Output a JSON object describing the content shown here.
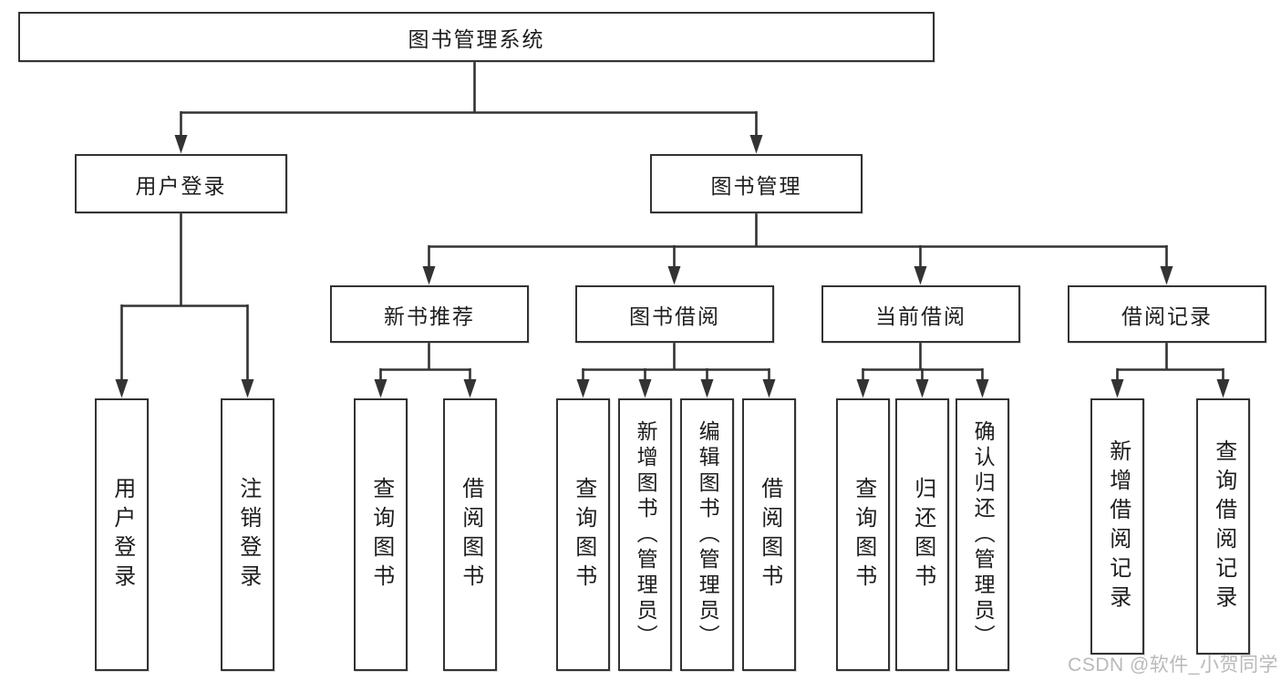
{
  "diagram": {
    "root": {
      "label": "图书管理系统"
    },
    "level2": [
      {
        "label": "用户登录"
      },
      {
        "label": "图书管理"
      }
    ],
    "level3": [
      {
        "label": "新书推荐",
        "parent": "图书管理"
      },
      {
        "label": "图书借阅",
        "parent": "图书管理"
      },
      {
        "label": "当前借阅",
        "parent": "图书管理"
      },
      {
        "label": "借阅记录",
        "parent": "图书管理"
      }
    ],
    "leaves": [
      {
        "label": "用户登录",
        "parent": "用户登录"
      },
      {
        "label": "注销登录",
        "parent": "用户登录"
      },
      {
        "label": "查询图书",
        "parent": "新书推荐"
      },
      {
        "label": "借阅图书",
        "parent": "新书推荐"
      },
      {
        "label": "查询图书",
        "parent": "图书借阅"
      },
      {
        "label": "新增图书（管理员）",
        "parent": "图书借阅"
      },
      {
        "label": "编辑图书（管理员）",
        "parent": "图书借阅"
      },
      {
        "label": "借阅图书",
        "parent": "图书借阅"
      },
      {
        "label": "查询图书",
        "parent": "当前借阅"
      },
      {
        "label": "归还图书",
        "parent": "当前借阅"
      },
      {
        "label": "确认归还（管理员）",
        "parent": "当前借阅"
      },
      {
        "label": "新增借阅记录",
        "parent": "借阅记录"
      },
      {
        "label": "查询借阅记录",
        "parent": "借阅记录"
      }
    ],
    "colors": {
      "line": "#333333",
      "text": "#1d1d1d",
      "background": "#ffffff",
      "watermark": "#b9b9b9"
    }
  },
  "watermark": {
    "text": "CSDN @软件_小贺同学"
  }
}
